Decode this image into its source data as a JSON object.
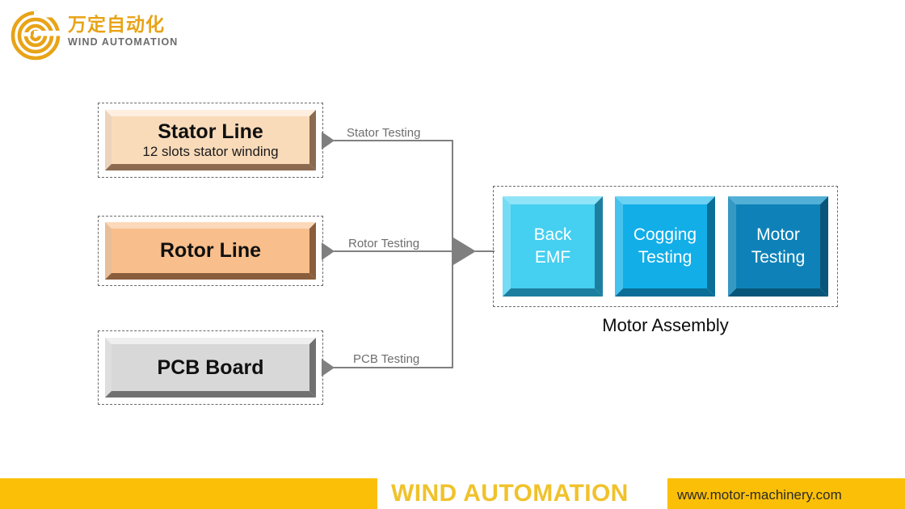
{
  "brand": {
    "logo_icon": "concentric-circles-spiral-icon",
    "name_cn": "万定自动化",
    "name_en": "WIND AUTOMATION",
    "logo_color": "#E8A317"
  },
  "diagram": {
    "sources": [
      {
        "id": "stator",
        "title": "Stator Line",
        "subtitle": "12 slots stator winding",
        "fill": "#F9DBBA",
        "bevel_dark": "#8C6A50",
        "bevel_light": "#FDEEDF",
        "edge_label": "Stator Testing"
      },
      {
        "id": "rotor",
        "title": "Rotor Line",
        "subtitle": "",
        "fill": "#F8BE8B",
        "bevel_dark": "#8A5E3C",
        "bevel_light": "#FBD9BA",
        "edge_label": "Rotor Testing"
      },
      {
        "id": "pcb",
        "title": "PCB Board",
        "subtitle": "",
        "fill": "#D8D8D8",
        "bevel_dark": "#707070",
        "bevel_light": "#EFEFEF",
        "edge_label": "PCB Testing"
      }
    ],
    "assembly": {
      "caption": "Motor Assembly",
      "stages": [
        {
          "id": "back-emf",
          "line1": "Back",
          "line2": "EMF",
          "fill": "#45CFF0",
          "bevel_dark": "#1D7FA0",
          "bevel_light": "#8FE4F7"
        },
        {
          "id": "cogging-testing",
          "line1": "Cogging",
          "line2": "Testing",
          "fill": "#11AEE8",
          "bevel_dark": "#0A6E97",
          "bevel_light": "#6CD2F4"
        },
        {
          "id": "motor-testing",
          "line1": "Motor",
          "line2": "Testing",
          "fill": "#0E82B8",
          "bevel_dark": "#07567A",
          "bevel_light": "#52AFD6"
        }
      ]
    },
    "connector_color": "#808080",
    "arrow_color": "#7f7f7f"
  },
  "footer": {
    "brand": "WIND AUTOMATION",
    "url": "www.motor-machinery.com",
    "bar_color": "#FBBF07",
    "brand_color": "#F0C22B"
  }
}
